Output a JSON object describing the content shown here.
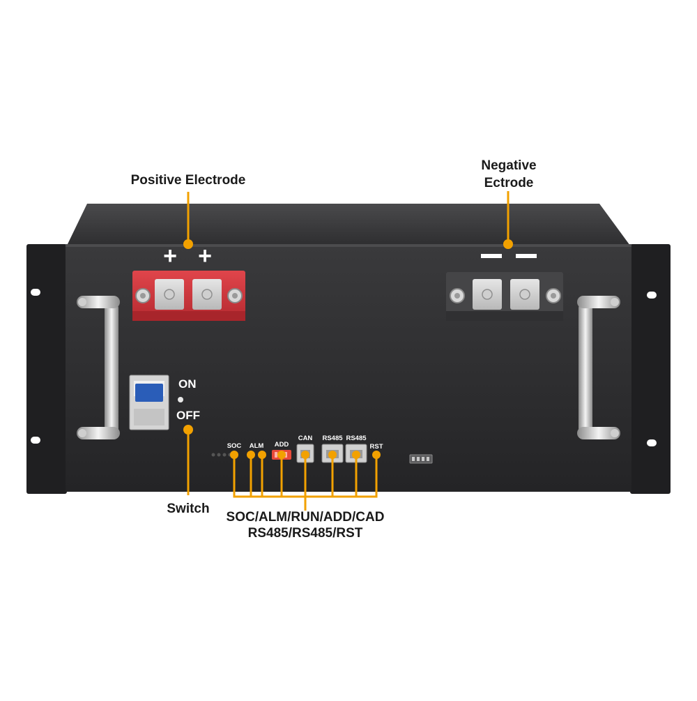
{
  "callouts": {
    "positive": "Positive Electrode",
    "negative_line1": "Negative",
    "negative_line2": "Ectrode",
    "switch": "Switch",
    "ports_line1": "SOC/ALM/RUN/ADD/CAD",
    "ports_line2": "RS485/RS485/RST"
  },
  "panel": {
    "on": "ON",
    "off": "OFF",
    "plus": "+",
    "minus": "—"
  },
  "ports": {
    "soc": "SOC",
    "alm": "ALM",
    "add": "ADD",
    "can": "CAN",
    "rs485_1": "RS485",
    "rs485_2": "RS485",
    "rst": "RST"
  },
  "colors": {
    "callout_line": "#f2a100",
    "positive_terminal": "#d63a3f",
    "negative_terminal": "#3a3a3a",
    "chassis": "#2b2b2d",
    "breaker_toggle": "#2a5db8"
  }
}
